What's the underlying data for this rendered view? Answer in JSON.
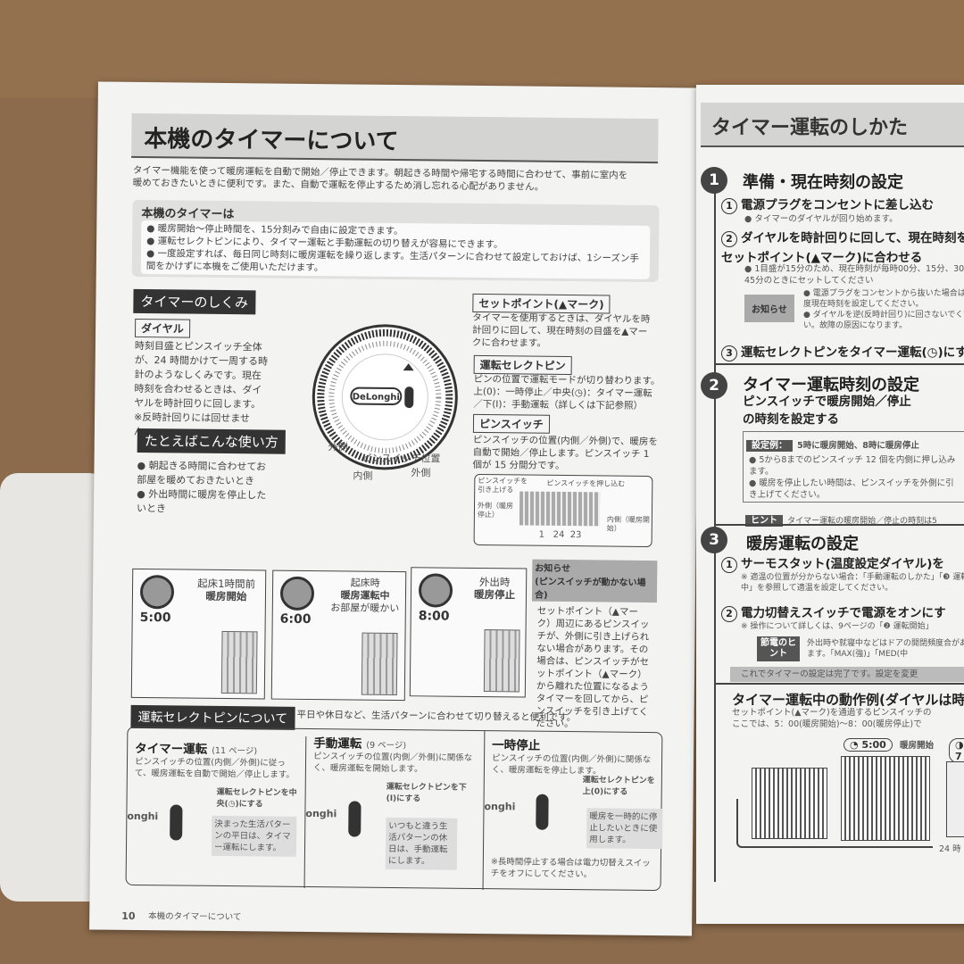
{
  "left_page": {
    "title": "本機のタイマーについて",
    "intro": [
      "タイマー機能を使って暖房運転を自動で開始／停止できます。朝起きる時間や帰宅する時間に合わせて、事前に室内を",
      "暖めておきたいときに便利です。また、自動で運転を停止するため消し忘れる心配がありません。"
    ],
    "features": {
      "heading": "本機のタイマーは",
      "items": [
        "暖房開始～停止時間を、15分刻みで自由に設定できます。",
        "運転セレクトピンにより、タイマー運転と手動運転の切り替えが容易にできます。",
        "一度設定すれば、毎日同じ時刻に暖房運転を繰り返します。生活パターンに合わせて設定しておけば、1シーズン手間をかけずに本機をご使用いただけます。"
      ]
    },
    "mechanism": {
      "heading": "タイマーのしくみ",
      "dial": {
        "label": "ダイヤル",
        "text": "時刻目盛とピンスイッチ全体が、24 時間かけて一周する時計のようなしくみです。現在時刻を合わせるときは、ダイヤルを時計回りに回します。",
        "note": "※反時計回りには回せません。"
      },
      "dial_brand": "DeLonghi",
      "pin_position_label": "ピンスイッチ位置",
      "outer": "外側",
      "inner": "内側",
      "setpoint": {
        "label": "セットポイント(▲マーク)",
        "text": "タイマーを使用するときは、ダイヤルを時計回りに回して、現在時刻の目盛を▲マークに合わせます。"
      },
      "select_pin": {
        "label": "運転セレクトピン",
        "text": "ピンの位置で運転モードが切り替わります。上(0)：一時停止／中央(◷)：タイマー運転／下(I)：手動運転（詳しくは下記参照）"
      },
      "pin_switch": {
        "label": "ピンスイッチ",
        "text": "ピンスイッチの位置(内側／外側)で、暖房を自動で開始／停止します。ピンスイッチ 1 個が 15 分間分です。",
        "diagram": {
          "pull_up": "ピンスイッチを引き上げる",
          "push_in": "ピンスイッチを押し込む",
          "outer": "外側（暖房停止）",
          "inner": "内側（暖房開始）",
          "ticks": [
            "1",
            "24",
            "23"
          ]
        }
      }
    },
    "usage": {
      "heading": "たとえばこんな使い方",
      "items": [
        "朝起きる時間に合わせてお部屋を暖めておきたいとき",
        "外出時間に暖房を停止したいとき"
      ]
    },
    "scenes": [
      {
        "time": "5:00",
        "line1": "起床1時間前",
        "line2": "暖房開始",
        "line3": ""
      },
      {
        "time": "6:00",
        "line1": "起床時",
        "line2": "暖房運転中",
        "line3": "お部屋が暖かい"
      },
      {
        "time": "8:00",
        "line1": "外出時",
        "line2": "暖房停止",
        "line3": ""
      }
    ],
    "notice": {
      "title": "お知らせ",
      "subtitle": "(ピンスイッチが動かない場合)",
      "text": "セットポイント（▲マーク）周辺にあるピンスイッチが、外側に引き上げられない場合があります。その場合は、ピンスイッチがセットポイント（▲マーク）から離れた位置になるようタイマーを回してから、ピンスイッチを引き上げてください。"
    },
    "select_section": {
      "heading": "運転セレクトピンについて",
      "subtitle": "平日や休日など、生活パターンに合わせて切り替えると便利です。",
      "modes": [
        {
          "title": "タイマー運転",
          "ref": "(11 ページ)",
          "text": "ピンスイッチの位置(内側／外側)に従って、暖房運転を自動で開始／停止します。",
          "callout": "運転セレクトピンを中央(◷)にする",
          "tip": "決まった生活パターンの平日は、タイマー運転にします。"
        },
        {
          "title": "手動運転",
          "ref": "(9 ページ)",
          "text": "ピンスイッチの位置(内側／外側)に関係なく、暖房運転を開始します。",
          "callout": "運転セレクトピンを下(I)にする",
          "tip": "いつもと違う生活パターンの休日は、手動運転にします。"
        },
        {
          "title": "一時停止",
          "ref": "",
          "text": "ピンスイッチの位置(内側／外側)に関係なく、暖房運転を停止します。",
          "callout": "運転セレクトピンを上(0)にする",
          "tip": "暖房を一時的に停止したいときに使用します。",
          "note": "※長時間停止する場合は電力切替えスイッチをオフにしてください。"
        }
      ],
      "brand_fragment": "onghi"
    },
    "footer": {
      "page_number": "10",
      "section": "本機のタイマーについて"
    }
  },
  "right_page": {
    "title": "タイマー運転のしかた",
    "step1": {
      "num": "1",
      "title": "準備・現在時刻の設定",
      "sub1": {
        "num": "1",
        "text": "電源プラグをコンセントに差し込む",
        "note": "タイマーのダイヤルが回り始めます。"
      },
      "sub2": {
        "num": "2",
        "text": "ダイヤルを時計回りに回して、現在時刻をセットポイント(▲マーク)に合わせる",
        "note": "1目盛が15分のため、現在時刻が毎時00分、15分、30分、45分のときにセットしてください"
      },
      "notice_label": "お知らせ",
      "notice": [
        "電源プラグをコンセントから抜いた場合は、再度現在時刻を設定してください。",
        "ダイヤルを逆(反時計回り)に回さないでください。故障の原因になります。"
      ],
      "sub3": {
        "num": "3",
        "text": "運転セレクトピンをタイマー運転(◷)にする"
      }
    },
    "step2": {
      "num": "2",
      "title": "タイマー運転時刻の設定",
      "subtitle": "ピンスイッチで暖房開始／停止の時刻を設定する",
      "example_label": "設定例：",
      "example": "5時に暖房開始、8時に暖房停止",
      "items": [
        "5から8までのピンスイッチ 12 個を内側に押し込みます。",
        "暖房を停止したい時間は、ピンスイッチを外側に引き上げてください。"
      ],
      "hint_label": "ヒント",
      "hint": "タイマー運転の暖房開始／停止の時刻は5"
    },
    "step3": {
      "num": "3",
      "title": "暖房運転の設定",
      "sub1": {
        "num": "1",
        "text": "サーモスタット(温度設定ダイヤル)を",
        "note": "※ 適温の位置が分からない場合：「手動運転のしかた」「❸ 運転中」を参照して適温を設定してください。"
      },
      "sub2": {
        "num": "2",
        "text": "電力切替えスイッチで電源をオンにす",
        "note": "※ 操作について詳しくは、9ページの「❷ 運転開始」"
      },
      "eco_label": "節電のヒント",
      "eco": "外出時や就寝中などはドアの開閉頻度合があります。「MAX(強)」「MED(中",
      "done": "これでタイマーの設定は完了です。設定を変更"
    },
    "example": {
      "title": "タイマー運転中の動作例(ダイヤルは時",
      "text": [
        "セットポイント(▲マーク)を通過するピンスイッチの",
        "ここでは、5：00(暖房開始)～8：00(暖房停止)で"
      ],
      "badge_time": "5:00",
      "badge_label": "暖房開始",
      "badge2": "7",
      "footer": "24 時"
    }
  }
}
